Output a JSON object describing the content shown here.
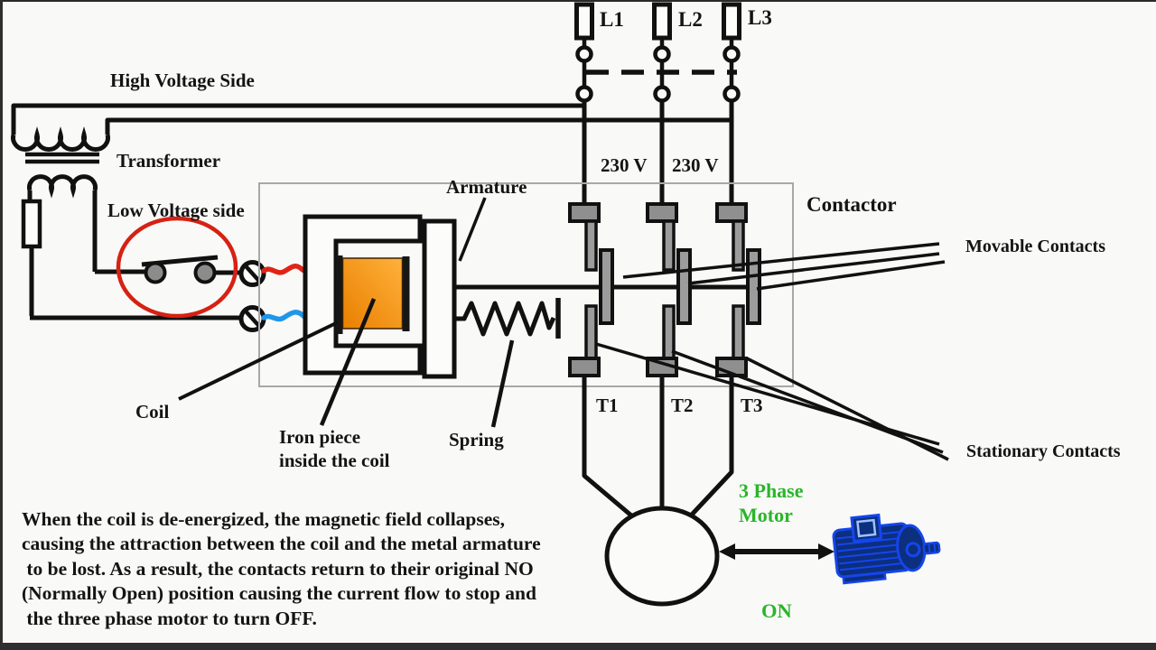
{
  "window": {
    "background": "#f9f9f7"
  },
  "supply": {
    "l1": "L1",
    "l2": "L2",
    "l3": "L3",
    "voltage_l1_l2": "230 V",
    "voltage_l2_l3": "230 V"
  },
  "load_terminals": {
    "t1": "T1",
    "t2": "T2",
    "t3": "T3"
  },
  "labels": {
    "high_voltage_side": "High Voltage Side",
    "transformer": "Transformer",
    "low_voltage_side": "Low Voltage side",
    "armature": "Armature",
    "contactor": "Contactor",
    "movable_contacts": "Movable Contacts",
    "stationary_contacts": "Stationary Contacts",
    "coil": "Coil",
    "iron_piece": "Iron piece\ninside the coil",
    "spring": "Spring",
    "three_phase_motor": "3 Phase\nMotor",
    "motor_state": "ON"
  },
  "description": "When the coil is de-energized, the magnetic field collapses,\ncausing the attraction between the coil and the metal armature\n to be lost. As a result, the contacts return to their original NO\n(Normally Open) position causing the current flow to stop and\n the three phase motor to turn OFF.",
  "colors": {
    "wire_red": "#e02416",
    "wire_blue": "#2196e8",
    "coil_orange_dark": "#e97f00",
    "coil_orange_light": "#ffb13c",
    "highlight_red_circle": "#d62114",
    "status_green": "#2ab52a",
    "motor_blue": "#1545ec",
    "motor_blue_dark": "#0c2f7e",
    "contact_gray": "#9a9a9a"
  }
}
